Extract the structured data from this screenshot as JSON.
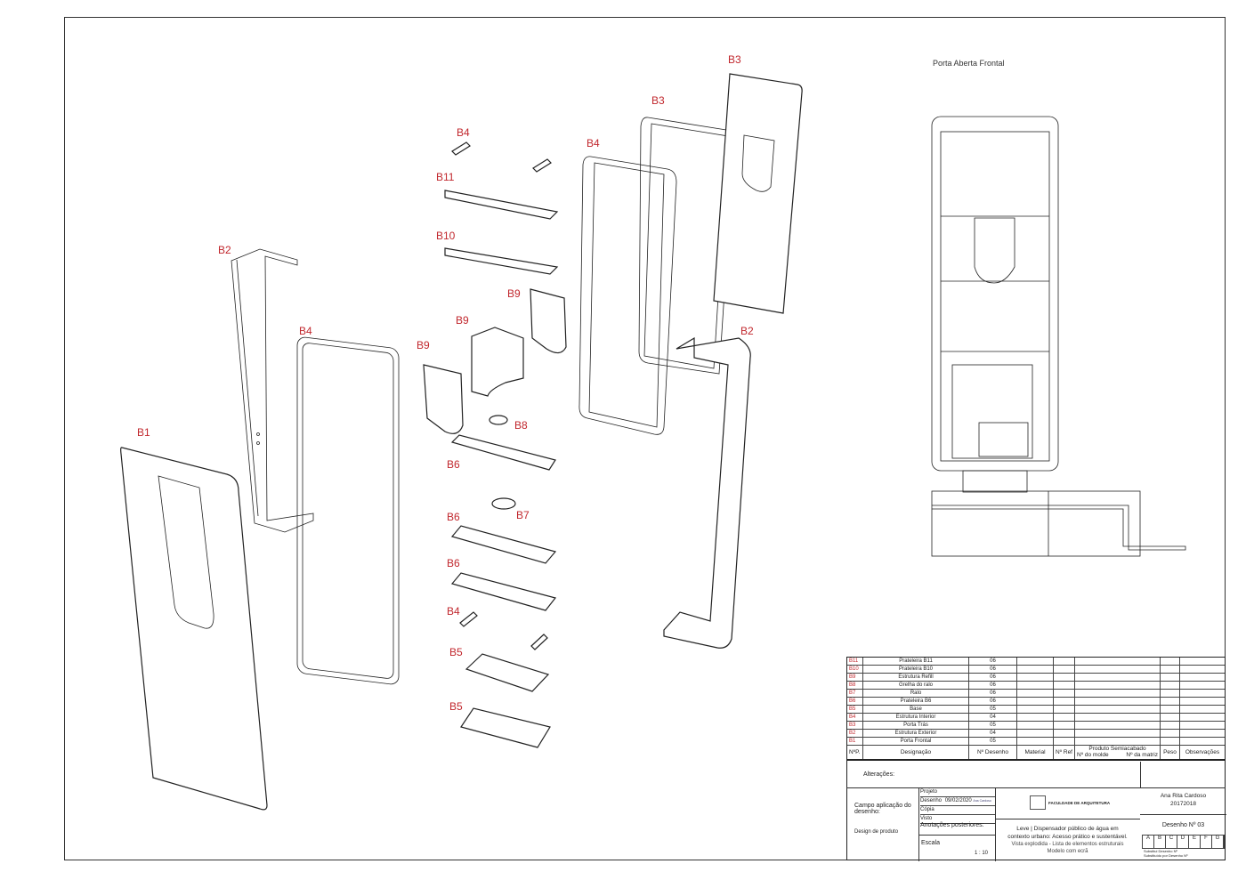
{
  "view_title": "Porta Aberta Frontal",
  "labels": {
    "B1": "B1",
    "B2a": "B2",
    "B2b": "B2",
    "B3a": "B3",
    "B3b": "B3",
    "B4a": "B4",
    "B4b": "B4",
    "B4c": "B4",
    "B4d": "B4",
    "B5a": "B5",
    "B5b": "B5",
    "B6a": "B6",
    "B6b": "B6",
    "B6c": "B6",
    "B7": "B7",
    "B8": "B8",
    "B9a": "B9",
    "B9b": "B9",
    "B9c": "B9",
    "B10": "B10",
    "B11": "B11"
  },
  "parts_list": {
    "rows": [
      {
        "np": "B11",
        "designacao": "Prateleira B11",
        "desenho": "06"
      },
      {
        "np": "B10",
        "designacao": "Prateleira B10",
        "desenho": "06"
      },
      {
        "np": "B9",
        "designacao": "Estrutura Refill",
        "desenho": "06"
      },
      {
        "np": "B8",
        "designacao": "Grelha do ralo",
        "desenho": "06"
      },
      {
        "np": "B7",
        "designacao": "Ralo",
        "desenho": "06"
      },
      {
        "np": "B6",
        "designacao": "Prateleira B6",
        "desenho": "06"
      },
      {
        "np": "B5",
        "designacao": "Base",
        "desenho": "05"
      },
      {
        "np": "B4",
        "designacao": "Estrutura Interior",
        "desenho": "04"
      },
      {
        "np": "B3",
        "designacao": "Porta Trás",
        "desenho": "05"
      },
      {
        "np": "B2",
        "designacao": "Estrutura Exterior",
        "desenho": "04"
      },
      {
        "np": "B1",
        "designacao": "Porta Frontal",
        "desenho": "05"
      }
    ],
    "headers": {
      "np": "NºP.",
      "designacao": "Designação",
      "desenho": "Nº Desenho",
      "material": "Material",
      "ref": "Nº Ref",
      "produto": "Produto Semiacabado",
      "molde": "Nº do molde",
      "matriz": "Nº da matriz",
      "peso": "Peso",
      "obs": "Observações"
    }
  },
  "title_block": {
    "alteracoes": "Alterações:",
    "campo": "Campo aplicação do desenho:",
    "campo_value": "Design de produto",
    "projeto": "Projeto",
    "desenho": "Desenho",
    "desenho_date": "09/02/2020",
    "desenho_sig": "Ana Cardoso",
    "copia": "Cópia",
    "visto": "Visto",
    "anotacoes": "Anotações posteriores:",
    "escala": "Escala",
    "escala_value": "1 : 10",
    "faculty": "FACULDADE DE ARQUITETURA",
    "title1": "Leve | Dispensador público de água em",
    "title2": "contexto urbano: Acesso prático e sustentável.",
    "sub1": "Vista explodida - Lista de elementos estruturais",
    "sub2": "Modelo com ecrã",
    "author": "Ana Rita Cardoso",
    "student_no": "20172018",
    "drawing_no": "Desenho Nº 03",
    "grid": [
      "A",
      "B",
      "C",
      "D",
      "E",
      "F",
      "G"
    ],
    "substitui": "Substitui Desenho Nº",
    "substituido": "Substituído por Desenho Nº"
  }
}
